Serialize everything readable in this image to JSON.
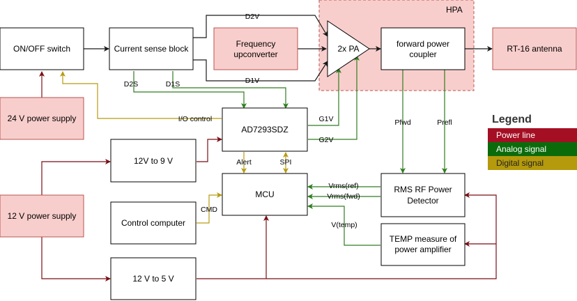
{
  "blocks": {
    "onoff": "ON/OFF switch",
    "current_sense": "Current sense block",
    "freq_up_l1": "Frequency",
    "freq_up_l2": "upconverter",
    "hpa": "HPA",
    "pa": "2x PA",
    "fpc_l1": "forward power",
    "fpc_l2": "coupler",
    "antenna": "RT-16 antenna",
    "ps24": "24 V power supply",
    "ad7293": "AD7293SDZ",
    "reg_12_9": "12V to 9 V",
    "mcu": "MCU",
    "rms_l1": "RMS RF Power",
    "rms_l2": "Detector",
    "ps12": "12 V power supply",
    "control_computer": "Control computer",
    "temp_l1": "TEMP measure of",
    "temp_l2": "power amplifier",
    "reg_12_5": "12 V to 5 V"
  },
  "labels": {
    "d2v": "D2V",
    "d1v": "D1V",
    "d2s": "D2S",
    "d1s": "D1S",
    "io_control": "I/O control",
    "g1v": "G1V",
    "g2v": "G2V",
    "alert": "Alert",
    "spi": "SPI",
    "cmd": "CMD",
    "vrms_ref": "Vrms(ref)",
    "vrms_fwd": "Vrms(fwd)",
    "vtemp": "V(temp)",
    "pfwd": "Pfwd",
    "prefl": "Prefl"
  },
  "legend": {
    "title": "Legend",
    "items": [
      {
        "label": "Power line",
        "color": "#a50f24"
      },
      {
        "label": "Analog signal",
        "color": "#0b6b0b"
      },
      {
        "label": "Digital signal",
        "color": "#b49a0c"
      }
    ]
  },
  "colors": {
    "power": "#7a0f16",
    "analog": "#2e7d1f",
    "digital": "#b89a10",
    "pink_fill": "#f8cecc"
  }
}
